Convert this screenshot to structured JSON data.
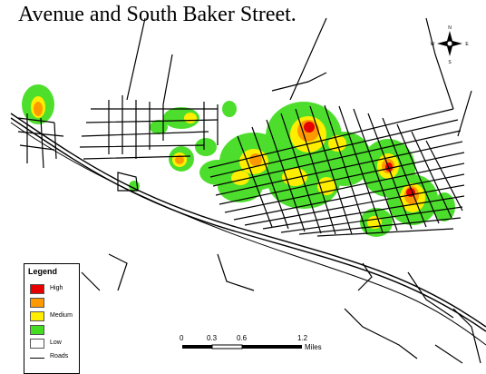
{
  "caption": "Avenue and South Baker Street.",
  "legend": {
    "title": "Legend",
    "items": [
      {
        "label": "High",
        "color": "#e60000"
      },
      {
        "label": "",
        "color": "#ff9900"
      },
      {
        "label": "Medium",
        "color": "#ffee00"
      },
      {
        "label": "",
        "color": "#44dd22"
      },
      {
        "label": "Low",
        "color": "#ffffff"
      },
      {
        "label": "Roads",
        "color": "#000000"
      }
    ]
  },
  "scale_bar": {
    "ticks": [
      "0",
      "0.3",
      "0.6",
      "1.2"
    ],
    "unit": "Miles"
  },
  "north_arrow": {
    "n": "N",
    "s": "S",
    "e": "E",
    "w": "W"
  },
  "colors": {
    "high": "#e60000",
    "medium_high": "#ff9900",
    "medium": "#ffee00",
    "low": "#44dd22",
    "roads": "#000000"
  }
}
